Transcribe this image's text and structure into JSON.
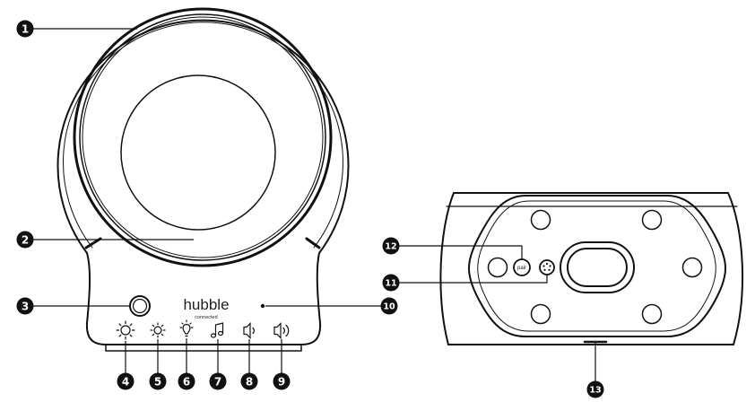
{
  "brand": {
    "name": "hubble",
    "tagline": "connected"
  },
  "back_panel": {
    "pair_label": "pair"
  },
  "callouts": [
    {
      "number": "1",
      "target": "outer-ring"
    },
    {
      "number": "2",
      "target": "light-ring"
    },
    {
      "number": "3",
      "target": "power-button"
    },
    {
      "number": "4",
      "target": "brightness-high-icon"
    },
    {
      "number": "5",
      "target": "brightness-low-icon"
    },
    {
      "number": "6",
      "target": "bulb-light-icon"
    },
    {
      "number": "7",
      "target": "music-note-icon"
    },
    {
      "number": "8",
      "target": "volume-down-icon"
    },
    {
      "number": "9",
      "target": "volume-up-icon"
    },
    {
      "number": "10",
      "target": "status-led"
    },
    {
      "number": "11",
      "target": "reset-button"
    },
    {
      "number": "12",
      "target": "pair-button"
    },
    {
      "number": "13",
      "target": "base-edge"
    }
  ],
  "colors": {
    "line": "#111111",
    "badge": "#111111",
    "badge_text": "#ffffff"
  }
}
